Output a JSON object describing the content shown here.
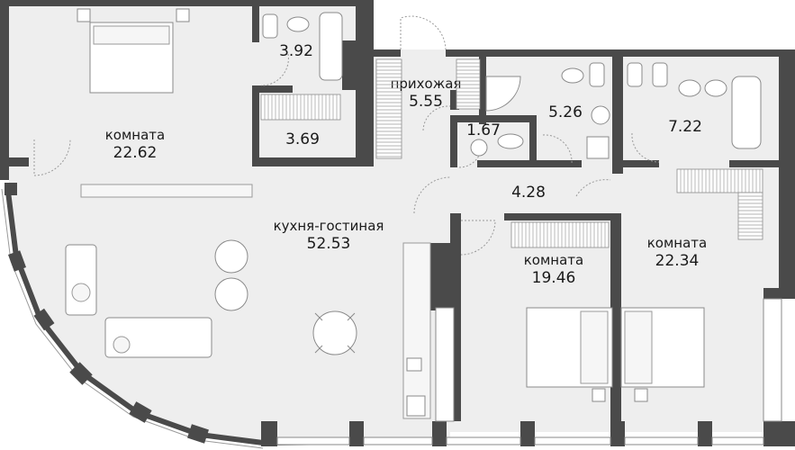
{
  "rooms": [
    {
      "id": "bedroom-1",
      "name": "комната",
      "area": "22.62"
    },
    {
      "id": "bathroom-1",
      "name": "",
      "area": "3.92"
    },
    {
      "id": "wardrobe-1",
      "name": "",
      "area": "3.69"
    },
    {
      "id": "hallway",
      "name": "прихожая",
      "area": "5.55"
    },
    {
      "id": "toilet",
      "name": "",
      "area": "1.67"
    },
    {
      "id": "bathroom-2",
      "name": "",
      "area": "5.26"
    },
    {
      "id": "bathroom-3",
      "name": "",
      "area": "7.22"
    },
    {
      "id": "corridor",
      "name": "",
      "area": "4.28"
    },
    {
      "id": "living-kitchen",
      "name": "кухня-гостиная",
      "area": "52.53"
    },
    {
      "id": "bedroom-2",
      "name": "комната",
      "area": "19.46"
    },
    {
      "id": "bedroom-3",
      "name": "комната",
      "area": "22.34"
    }
  ],
  "colors": {
    "wall": "#4a4a4a",
    "floor": "#eeeeee",
    "furniture_stroke": "#8a8a8a",
    "text": "#1a1a1a"
  }
}
